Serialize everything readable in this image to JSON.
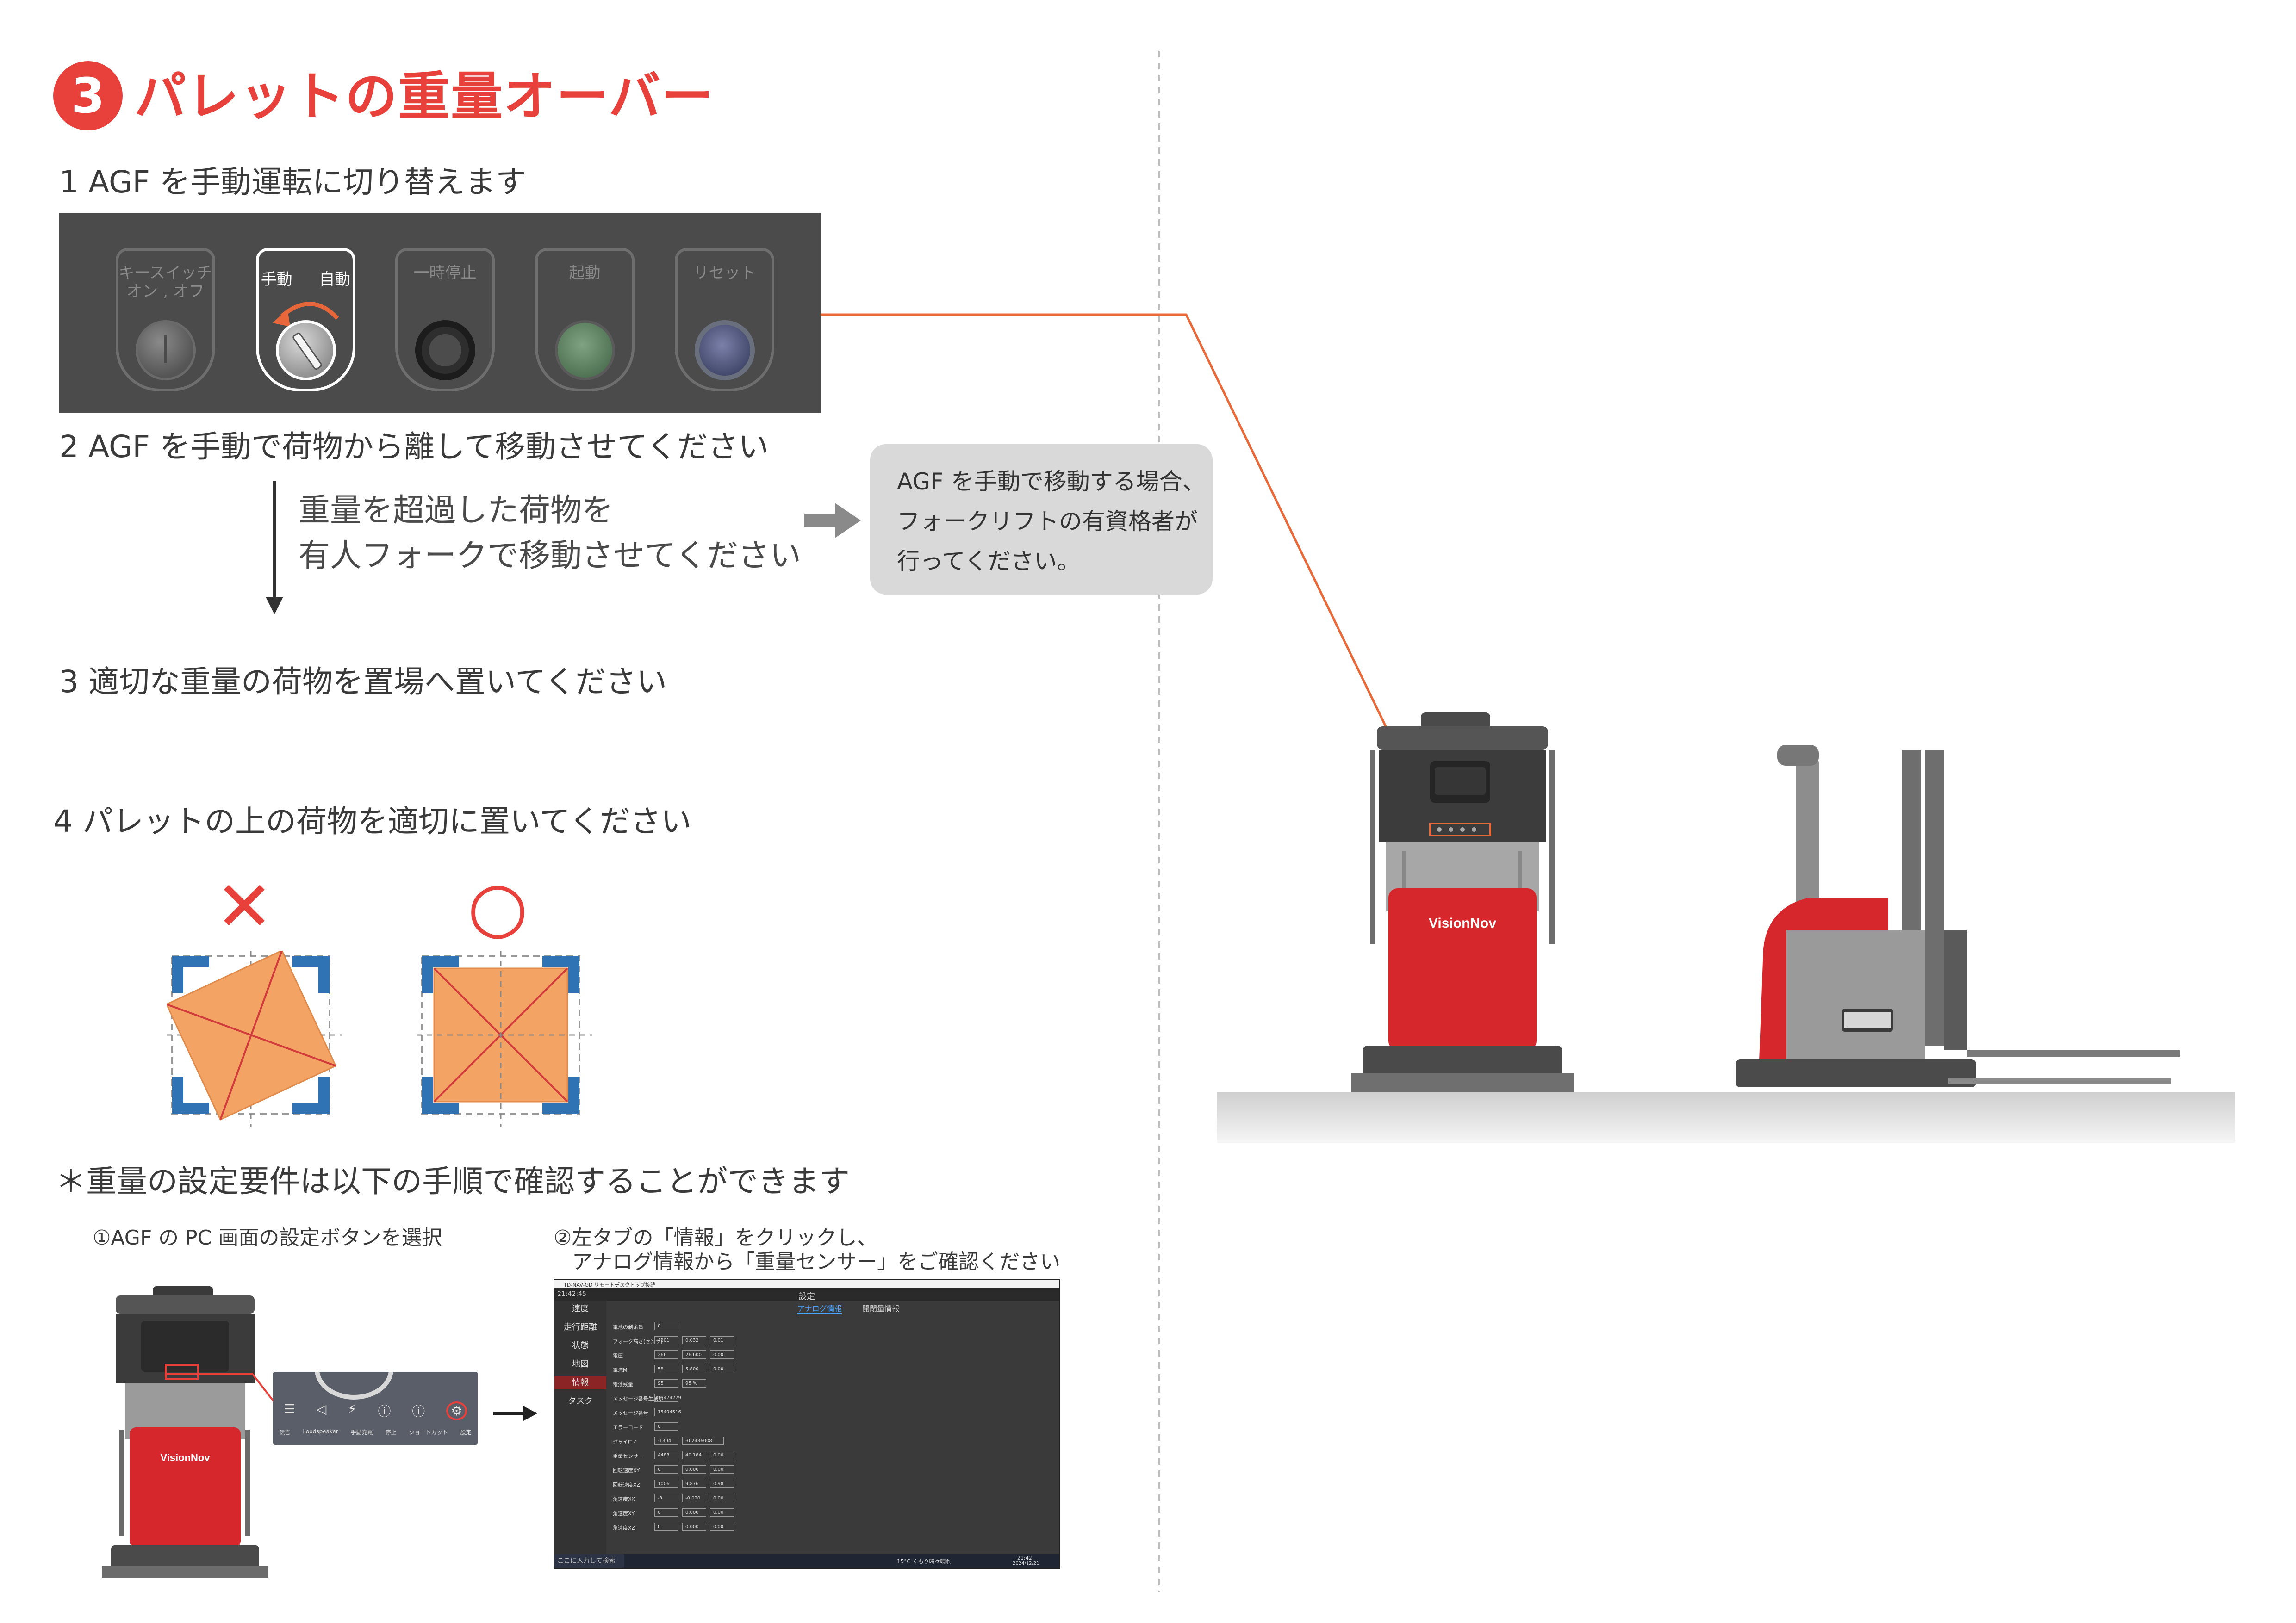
{
  "heading": {
    "number": "3",
    "title": "パレットの重量オーバー"
  },
  "steps": [
    {
      "text": "1  AGF を手動運転に切り替えます"
    },
    {
      "text": "2  AGF を手動で荷物から離して移動させてください"
    },
    {
      "text": "3  適切な重量の荷物を置場へ置いてください"
    },
    {
      "text": "4 パレットの上の荷物を適切に置いてください"
    }
  ],
  "control_panel": {
    "key_switch": {
      "line1": "キースイッチ",
      "line2": "オン , オフ"
    },
    "mode_switch": {
      "manual": "手動",
      "auto": "自動"
    },
    "pause": "一時停止",
    "start": "起動",
    "reset": "リセット"
  },
  "arrow_note": {
    "line1": "重量を超過した荷物を",
    "line2": "有人フォークで移動させてください"
  },
  "callout": {
    "line1": "AGF を手動で移動する場合、",
    "line2": "フォークリフトの有資格者が",
    "line3": "行ってください。"
  },
  "placement": {
    "wrong_mark": "✕",
    "right_mark": "○"
  },
  "requirements": {
    "text": "＊重量の設定要件は以下の手順で確認することができます",
    "sub1": "①AGF の PC 画面の設定ボタンを選択",
    "sub2_line1": "②左タブの「情報」をクリックし、",
    "sub2_line2": "アナログ情報から「重量センサー」をご確認ください"
  },
  "robot": {
    "brand": "VisionNov"
  },
  "toolbar_popup": {
    "items": [
      "伝言",
      "Loudspeaker",
      "手動充電",
      "停止",
      "ショートカット",
      "設定"
    ]
  },
  "screen": {
    "window_title": "TD-NAV-GD リモートデスクトップ接続",
    "time": "21:42:45",
    "header": "設定",
    "sidebar": [
      "速度",
      "走行距離",
      "状態",
      "地図",
      "情報",
      "タスク"
    ],
    "selected_sidebar": "情報",
    "tabs": [
      "アナログ情報",
      "開閉量情報"
    ],
    "rows": [
      {
        "label": "電池の剰余量",
        "values": [
          "0"
        ]
      },
      {
        "label": "フォーク高さ(センサ)",
        "values": [
          "4201",
          "0.032",
          "0.01"
        ]
      },
      {
        "label": "電圧",
        "values": [
          "266",
          "26.600",
          "0.00"
        ]
      },
      {
        "label": "電流M",
        "values": [
          "58",
          "5.800",
          "0.00"
        ]
      },
      {
        "label": "電池残量",
        "values": [
          "95",
          "95 %"
        ]
      },
      {
        "label": "メッセージ番号生成ボ",
        "values": [
          "15474279"
        ]
      },
      {
        "label": "メッセージ番号",
        "values": [
          "15494516"
        ]
      },
      {
        "label": "エラーコード",
        "values": [
          "0"
        ]
      },
      {
        "label": "ジャイロZ",
        "values": [
          "-1304",
          "-0.2436008"
        ]
      },
      {
        "label": "重量センサー",
        "values": [
          "4483",
          "40.184",
          "0.00"
        ]
      },
      {
        "label": "回転速度XY",
        "values": [
          "0",
          "0.000",
          "0.00"
        ]
      },
      {
        "label": "回転速度XZ",
        "values": [
          "1006",
          "9.876",
          "0.98"
        ]
      },
      {
        "label": "角速度XX",
        "values": [
          "-3",
          "-0.020",
          "0.00"
        ]
      },
      {
        "label": "角速度XY",
        "values": [
          "0",
          "0.000",
          "0.00"
        ]
      },
      {
        "label": "角速度XZ",
        "values": [
          "0",
          "0.000",
          "0.00"
        ]
      }
    ],
    "search_placeholder": "ここに入力して検索",
    "weather": "15°C くもり時々晴れ",
    "clock": "21:42",
    "date": "2024/12/21"
  }
}
